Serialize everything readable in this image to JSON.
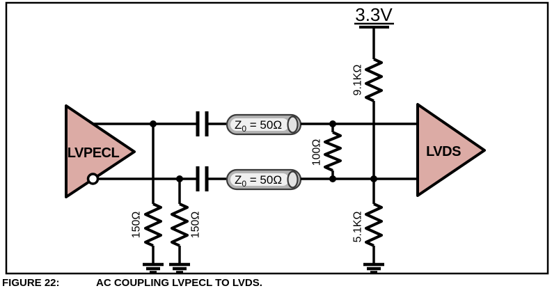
{
  "figure": {
    "caption_label": "FIGURE 22:",
    "caption_title": "AC COUPLING LVPECL TO LVDS."
  },
  "circuit": {
    "supply_label": "3.3V",
    "lvpecl_label": "LVPECL",
    "lvds_label": "LVDS",
    "resistors": {
      "pullup": "9.1KΩ",
      "pulldown": "5.1KΩ",
      "termination": "100Ω",
      "pecl_bias_top": "150Ω",
      "pecl_bias_bottom": "150Ω"
    },
    "tline_top": {
      "prefix": "Z",
      "sub": "0",
      "suffix": " = 50Ω"
    },
    "tline_bottom": {
      "prefix": "Z",
      "sub": "0",
      "suffix": " = 50Ω"
    },
    "colors": {
      "buffer_fill": "#dcaba5",
      "tline_body": "#b3b3b3",
      "tline_inner": "#f0f0f0",
      "tline_cap": "#e2e2e2",
      "wire": "#000000"
    }
  }
}
